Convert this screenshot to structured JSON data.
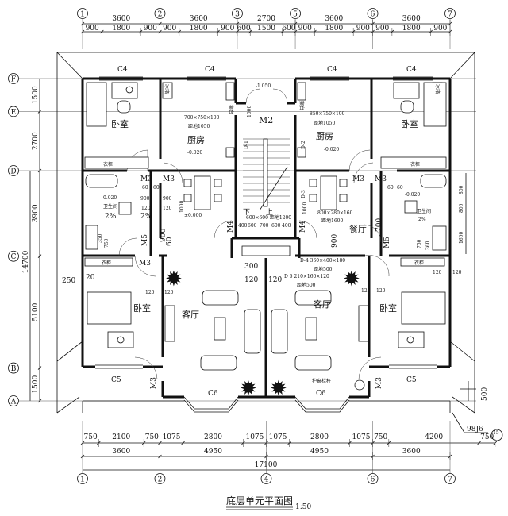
{
  "title": {
    "name": "底层单元平面图",
    "scale": "1:50"
  },
  "axes": {
    "top": [
      "1",
      "2",
      "3",
      "5",
      "6",
      "7"
    ],
    "bottom": [
      "1",
      "2",
      "4",
      "6",
      "7"
    ],
    "left": [
      "F",
      "E",
      "D",
      "C",
      "B",
      "A"
    ]
  },
  "dims": {
    "top_spans": [
      "3600",
      "3600",
      "2700",
      "3600",
      "3600"
    ],
    "top_sub": [
      "900",
      "1800",
      "900",
      "900",
      "1800",
      "900",
      "600",
      "1500",
      "600",
      "900",
      "1800",
      "900",
      "900",
      "1800",
      "900"
    ],
    "left_spans": [
      "1500",
      "2700",
      "3900",
      "5100",
      "1500"
    ],
    "left_total": "14700",
    "bottom_sub": [
      "750",
      "2100",
      "750",
      "1075",
      "2800",
      "1075",
      "1075",
      "2800",
      "1075",
      "750",
      "4200",
      "750"
    ],
    "bottom_spans": [
      "3600",
      "4950",
      "4950",
      "3600"
    ],
    "bottom_total": "17100",
    "right": [
      "800",
      "800",
      "1600"
    ],
    "right_bottom": "500"
  },
  "windows": {
    "c4": "C4",
    "c5": "C5",
    "c6": "C6"
  },
  "doors": {
    "m2": "M2",
    "m3": "M3",
    "m4": "M4",
    "m5": "M5",
    "d1": "D-1",
    "d2": "D-2",
    "d3": "D-3"
  },
  "rooms": {
    "bedroom": "卧室",
    "kitchen": "厨房",
    "bathroom": "卫生间",
    "dining": "餐厅",
    "living": "客厅",
    "wardrobe": "衣柜",
    "counter": "案台",
    "fridge": "冰箱"
  },
  "levels": {
    "stair_entry": "-1.050",
    "kitchen": "-0.020",
    "bath": "-0.020",
    "floor": "±0.000",
    "slope": "2%"
  },
  "notes": {
    "kitchen_left_box": "700×750×100",
    "kitchen_right_box": "850×750×100",
    "height_1050": "距地1050",
    "dining_box": "800×280×160",
    "height_1600": "距地1600",
    "stair_box": "600×600 距地1200",
    "d4": "D-4 360×400×180",
    "d5": "D 5 210×160×120",
    "height_500": "距地500",
    "railing": "护窗栏杆",
    "down": "下",
    "up": "上",
    "ref": "98J6",
    "ref_num": "15"
  },
  "small_dims": {
    "d60": "60",
    "d900": "900",
    "d120": "120",
    "d350": "350",
    "d750": "750",
    "d700": "700",
    "d300": "300",
    "d250": "250",
    "d20": "20",
    "d360": "360",
    "d1000": "1000",
    "d400": "400",
    "d600": "600"
  }
}
